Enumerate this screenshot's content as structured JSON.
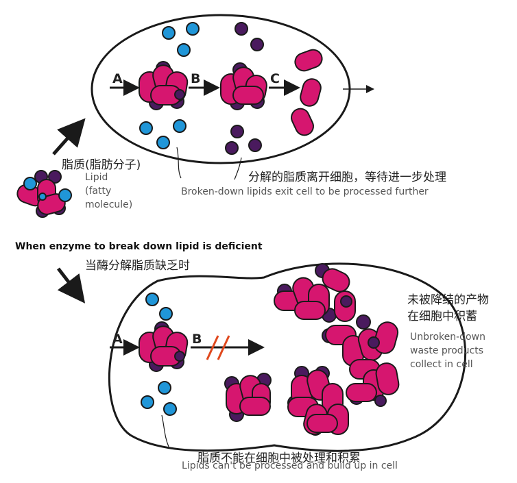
{
  "colors": {
    "lipid_magenta": "#d6166f",
    "lipid_dark_purple": "#4a1a5e",
    "small_blue": "#2096d8",
    "outline": "#1a1a1a",
    "blocked_slash": "#e0481d"
  },
  "labels": {
    "lipid_cn": "脂质(脂肪分子)",
    "lipid_en": "Lipid\n(fatty\nmolecule)",
    "exit_cn": "分解的脂质离开细胞，等待进一步处理",
    "exit_en": "Broken-down lipids exit cell to be processed further",
    "deficient_en": "When enzyme to break down lipid is deficient",
    "deficient_cn": "当酶分解脂质缺乏时",
    "waste_cn": "未被降结的产物\n在细胞中积蓄",
    "waste_en": "Unbroken-down\nwaste products\ncollect in cell",
    "buildup_cn": "脂质不能在细胞中被处理和积累",
    "buildup_en": "Lipids can't be processed and build up in cell"
  },
  "steps": {
    "top": [
      "A",
      "B",
      "C"
    ],
    "bottom": [
      "A",
      "B"
    ]
  }
}
